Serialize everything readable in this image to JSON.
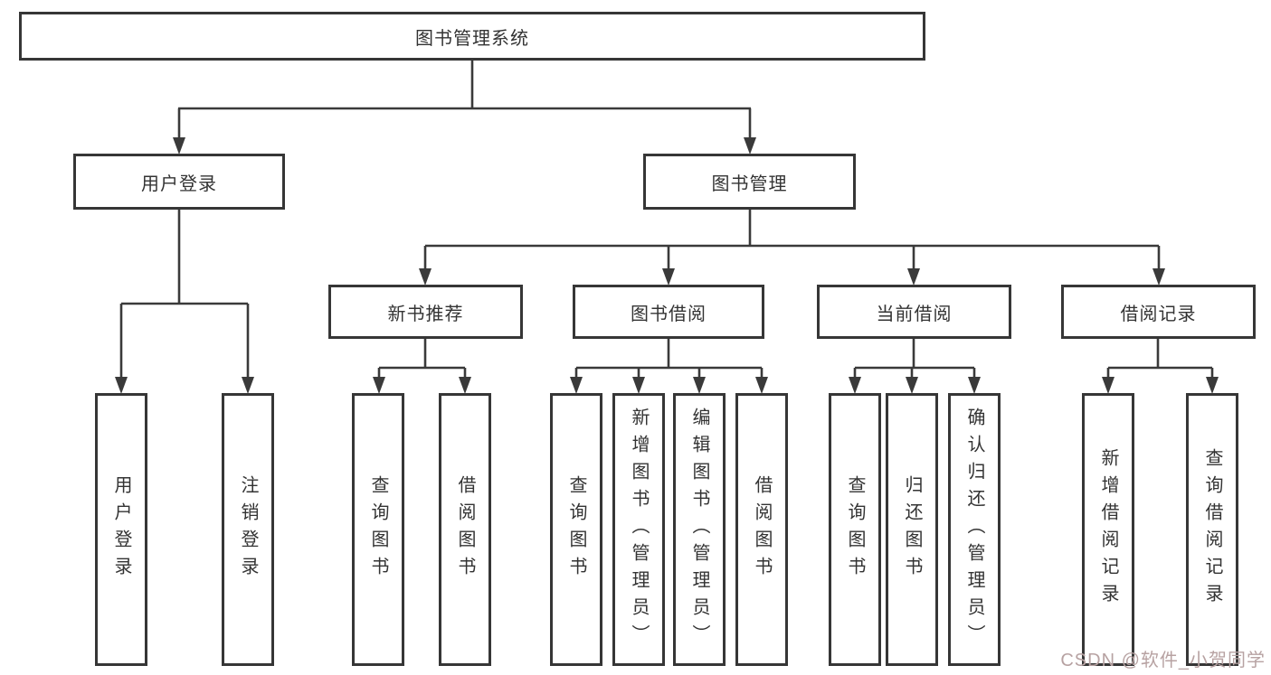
{
  "diagram": {
    "type": "tree",
    "line_color": "#3a3a3a",
    "box_border_color": "#363636",
    "text_color": "#333333",
    "root": {
      "label": "图书管理系统"
    },
    "level2": [
      {
        "label": "用户登录"
      },
      {
        "label": "图书管理"
      }
    ],
    "level3": [
      {
        "label": "新书推荐"
      },
      {
        "label": "图书借阅"
      },
      {
        "label": "当前借阅"
      },
      {
        "label": "借阅记录"
      }
    ],
    "leaves": {
      "user_login": [
        "用户登录",
        "注销登录"
      ],
      "new_book_recommend": [
        "查询图书",
        "借阅图书"
      ],
      "book_borrow": [
        "查询图书",
        "新增图书（管理员）",
        "编辑图书（管理员）",
        "借阅图书"
      ],
      "current_borrow": [
        "查询图书",
        "归还图书",
        "确认归还（管理员）"
      ],
      "borrow_records": [
        "新增借阅记录",
        "查询借阅记录"
      ]
    }
  },
  "watermark": {
    "text": "CSDN @软件_小贺同学",
    "color": "#b7a2a2"
  }
}
